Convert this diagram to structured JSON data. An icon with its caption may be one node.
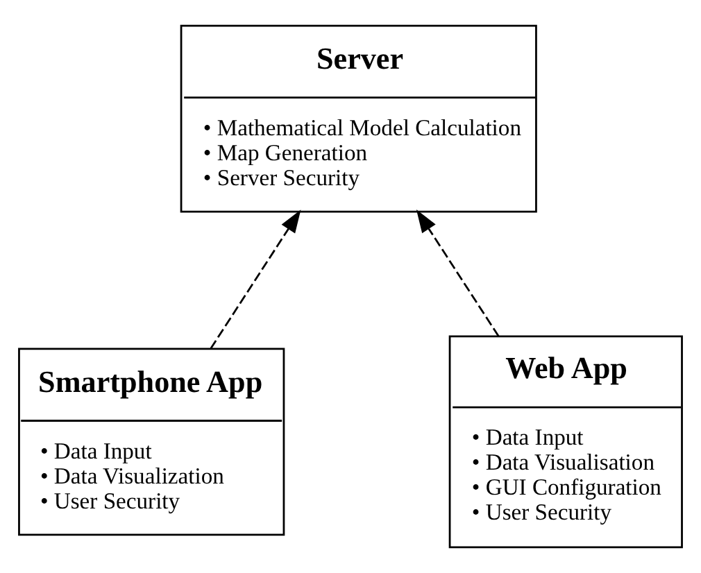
{
  "diagram": {
    "nodes": [
      {
        "text": [
          "Server",
          "• Mathematical Model Calculation",
          "• Map Generation",
          "• Server Security"
        ]
      },
      {
        "text": [
          "Smartphone App",
          "• Data Input",
          "• Data Visualization",
          "• User Security"
        ]
      },
      {
        "text": [
          "Web App",
          "• Data Input",
          "• Data Visualisation",
          "• GUI Configuration",
          "• User Security"
        ]
      }
    ],
    "edges": [
      {
        "from": 1,
        "to": 0,
        "arrow": "to",
        "style": "dashed"
      },
      {
        "from": 2,
        "to": 0,
        "arrow": "to",
        "style": "dashed"
      }
    ]
  }
}
